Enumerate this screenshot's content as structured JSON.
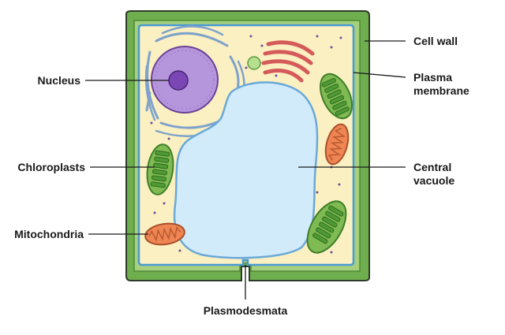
{
  "labels": {
    "cell_wall": "Cell wall",
    "plasma_membrane_line1": "Plasma",
    "plasma_membrane_line2": "membrane",
    "nucleus": "Nucleus",
    "chloroplasts": "Chloroplasts",
    "mitochondria": "Mitochondria",
    "central_vacuole_line1": "Central",
    "central_vacuole_line2": "vacuole",
    "plasmodesmata": "Plasmodesmata"
  },
  "colors": {
    "cell_wall": "#6fae4f",
    "cell_wall_inner": "#a6d07e",
    "cytoplasm": "#fbf0c2",
    "plasma_membrane": "#4a9ad1",
    "vacuole": "#d2ebfa",
    "vacuole_edge": "#6aa9d8",
    "nucleus": "#b596dc",
    "nucleolus": "#7b47b4",
    "er": "#9cbde0",
    "golgi": "#ef8c8c",
    "chloroplast": "#7fba52",
    "thylakoid": "#3f7f2a",
    "mitochondrion": "#ef8553",
    "outline": "#2f3b2a"
  }
}
